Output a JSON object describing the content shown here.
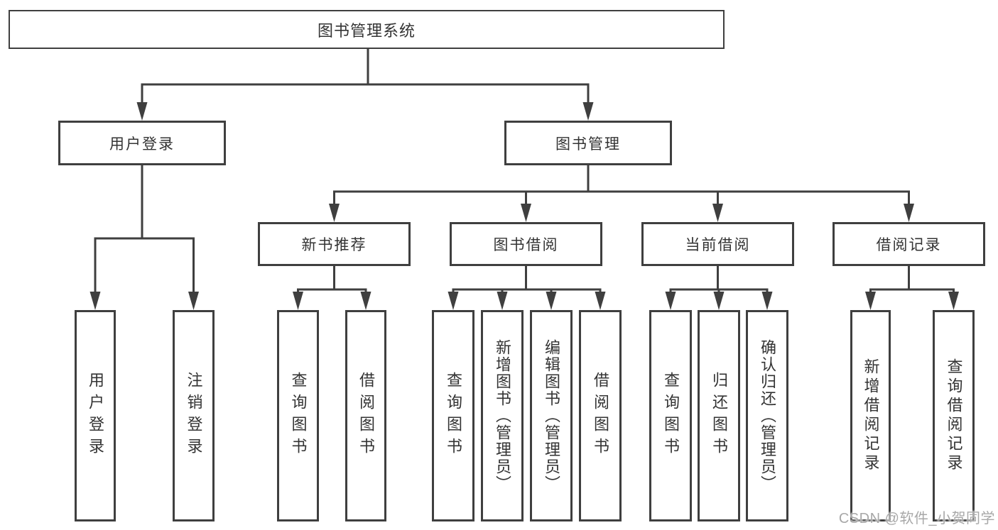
{
  "diagram_title": "图书管理系统",
  "hierarchy": {
    "label": "图书管理系统",
    "children": [
      {
        "label": "用户登录",
        "children": [
          {
            "label": "用户登录"
          },
          {
            "label": "注销登录"
          }
        ]
      },
      {
        "label": "图书管理",
        "children": [
          {
            "label": "新书推荐",
            "children": [
              {
                "label": "查询图书"
              },
              {
                "label": "借阅图书"
              }
            ]
          },
          {
            "label": "图书借阅",
            "children": [
              {
                "label": "查询图书"
              },
              {
                "label": "新增图书（管理员）"
              },
              {
                "label": "编辑图书（管理员）"
              },
              {
                "label": "借阅图书"
              }
            ]
          },
          {
            "label": "当前借阅",
            "children": [
              {
                "label": "查询图书"
              },
              {
                "label": "归还图书"
              },
              {
                "label": "确认归还（管理员）"
              }
            ]
          },
          {
            "label": "借阅记录",
            "children": [
              {
                "label": "新增借阅记录"
              },
              {
                "label": "查询借阅记录"
              }
            ]
          }
        ]
      }
    ]
  },
  "watermark": "CSDN @软件_小贺同学",
  "colors": {
    "line": "#3f3f3f",
    "text": "#333333",
    "watermark": "#a8a8a8",
    "background": "#ffffff"
  }
}
